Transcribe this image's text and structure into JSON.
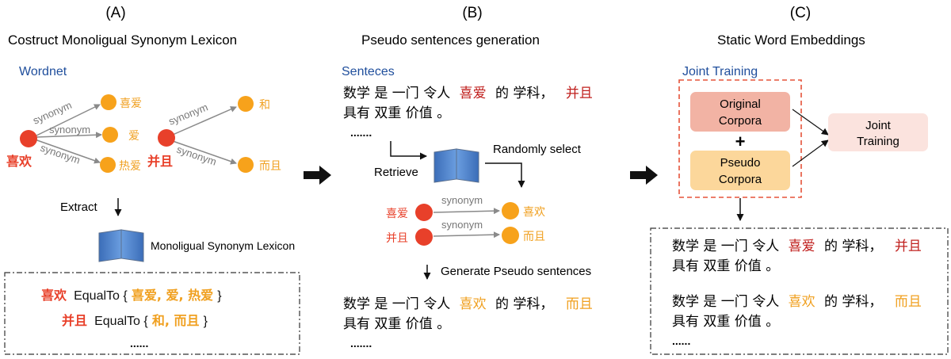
{
  "panels": {
    "a": {
      "label": "(A)",
      "title": "Costruct Monoligual Synonym Lexicon",
      "section": "Wordnet",
      "source_left": "喜欢",
      "targets_left": [
        "喜爱",
        "爱",
        "热爱"
      ],
      "source_right": "并且",
      "targets_right": [
        "和",
        "而且"
      ],
      "edge_label": "synonym",
      "extract_label": "Extract",
      "lexicon_label": "Monoligual Synonym Lexicon",
      "entry1_word": "喜欢",
      "entry1_rel": "EqualTo {",
      "entry1_values": "喜爱, 爱, 热爱",
      "entry1_close": "}",
      "entry2_word": "并且",
      "entry2_rel": "EqualTo {",
      "entry2_values": "和, 而且",
      "entry2_close": "}",
      "ellipsis": "......"
    },
    "b": {
      "label": "(B)",
      "title": "Pseudo sentences generation",
      "section": "Senteces",
      "s1_part1": "数学 是 一门 令人",
      "s1_hl1": "喜爱",
      "s1_part2": "的 学科，",
      "s1_hl2": "并且",
      "s1_line2": "具有 双重 价值 。",
      "ellipsis1": ".......",
      "retrieve_label": "Retrieve",
      "random_label": "Randomly select",
      "syn_left": [
        "喜爱",
        "并且"
      ],
      "syn_right": [
        "喜欢",
        "而且"
      ],
      "edge_label": "synonym",
      "generate_label": "Generate Pseudo sentences",
      "s2_part1": "数学 是 一门 令人",
      "s2_hl1": "喜欢",
      "s2_part2": "的 学科，",
      "s2_hl2": "而且",
      "s2_line2": "具有 双重 价值 。",
      "ellipsis2": "......."
    },
    "c": {
      "label": "(C)",
      "title": "Static Word Embeddings",
      "section": "Joint Training",
      "original_line1": "Original",
      "original_line2": "Corpora",
      "plus": "+",
      "pseudo_line1": "Pseudo",
      "pseudo_line2": "Corpora",
      "joint_line1": "Joint",
      "joint_line2": "Training",
      "o1_part1": "数学 是 一门 令人",
      "o1_hl1": "喜爱",
      "o1_part2": "的 学科，",
      "o1_hl2": "并且",
      "o1_line2": "具有 双重 价值 。",
      "o2_part1": "数学 是 一门 令人",
      "o2_hl1": "喜欢",
      "o2_part2": "的 学科，",
      "o2_hl2": "而且",
      "o2_line2": "具有 双重 价值 。",
      "ellipsis": "......"
    }
  },
  "colors": {
    "section_blue": "#1f4e9c",
    "source_red": "#e8402a",
    "target_orange": "#f7a21b",
    "highlight_red": "#c0201e",
    "highlight_orange": "#f0a020",
    "edge_gray": "#8a8a8a",
    "book_blue": "#4a7fc8",
    "original_fill": "#f2b3a4",
    "pseudo_fill": "#fcd79b",
    "joint_fill": "#fbe3de",
    "dash_red": "#e5533a"
  }
}
